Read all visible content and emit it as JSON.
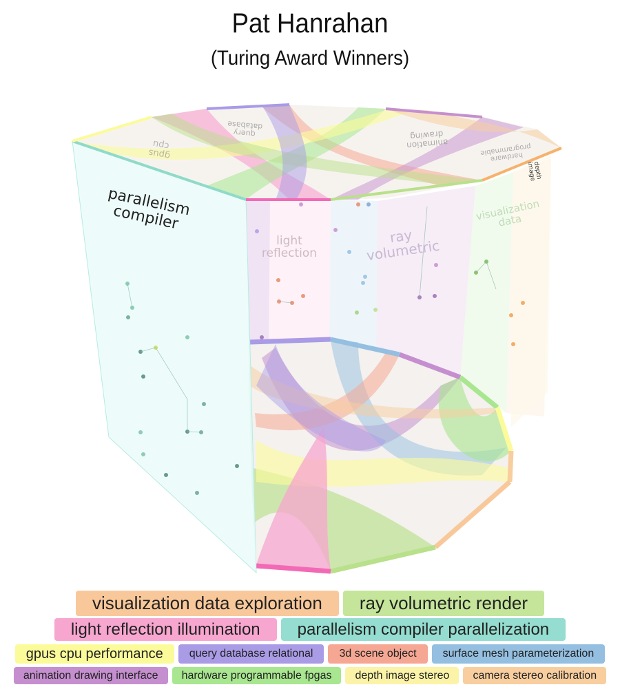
{
  "title": "Pat Hanrahan",
  "subtitle": "(Turing Award Winners)",
  "faces": {
    "parallelism": "parallelism\ncompiler",
    "light": "light\nreflection",
    "ray": "ray\nvolumetric",
    "visualization": "visualization\ndata",
    "gpus_top": "gpus\ncpu",
    "query_top": "query\ndatabase",
    "animation_top": "animation\ndrawing",
    "hardware_top": "hardware\nprogrammable",
    "depth_top": "depth\nimage"
  },
  "colors": {
    "visualization": "#f9c89a",
    "ray": "#b9e08a",
    "light": "#f7a6cf",
    "parallelism": "#94ddd0",
    "gpus": "#fbfb9a",
    "query": "#a99be6",
    "scene": "#f5a793",
    "surface": "#94bfe0",
    "animation": "#c58fcf",
    "hardware": "#a8e690",
    "depth": "#fbf3a7",
    "camera": "#f8ce9f"
  },
  "legend": {
    "row1": [
      "visualization data exploration",
      "ray volumetric render"
    ],
    "row2": [
      "light reflection illumination",
      "parallelism compiler parallelization"
    ],
    "row3": [
      "gpus cpu performance",
      "query database relational",
      "3d scene object",
      "surface mesh parameterization"
    ],
    "row4": [
      "animation drawing interface",
      "hardware programmable fpgas",
      "depth image stereo",
      "camera stereo calibration"
    ]
  }
}
